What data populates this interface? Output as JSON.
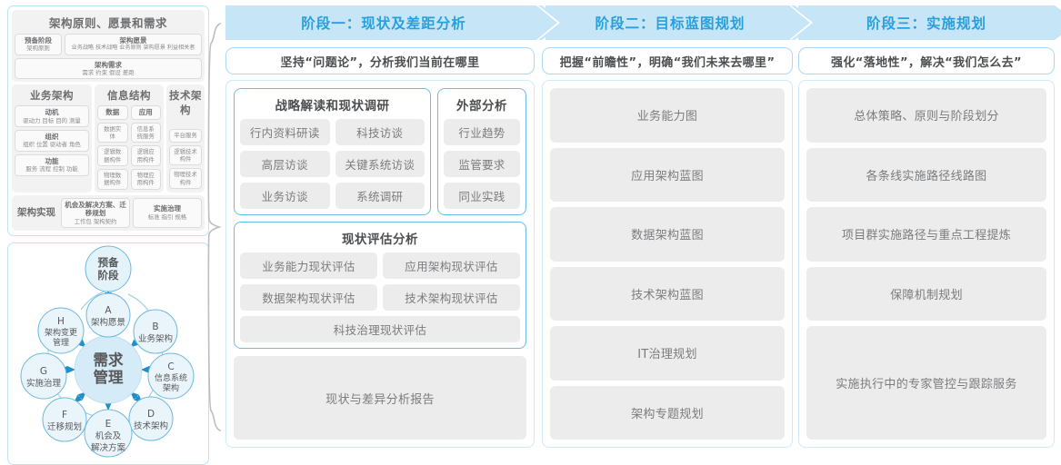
{
  "left_panel": {
    "togaf": {
      "top_band_title": "架构原则、愿景和需求",
      "prelim": {
        "head": "预备阶段",
        "sub": "架构原则"
      },
      "vision": {
        "head": "架构愿景",
        "sub": "业务战略 技术战略 业务原则 架构愿景 利益相关者"
      },
      "requirement": {
        "head": "架构需求",
        "sub": "需求   约束   假设   差距"
      },
      "columns": [
        {
          "title": "业务架构",
          "groups": [
            {
              "head": "动机",
              "sub": "驱动力 目标 目的 测量"
            },
            {
              "head": "组织",
              "sub": "组织 位置 驱动者 角色"
            },
            {
              "head": "功能",
              "sub": "服务 流程 控制 功能"
            }
          ]
        },
        {
          "title": "信息结构",
          "left_items": [
            "数据",
            "数据实体",
            "逻辑数据构件",
            "物理数据构件"
          ],
          "right_items": [
            "应用",
            "信息系统服务",
            "逻辑应用构件",
            "物理应用构件"
          ]
        },
        {
          "title": "技术架构",
          "items": [
            "平台服务",
            "逻辑技术构件",
            "物理技术构件"
          ]
        }
      ],
      "implementation": {
        "label": "架构实现",
        "boxes": [
          {
            "head": "机会及解决方案、迁移规划",
            "sub": "工作包  架构契约"
          },
          {
            "head": "实施治理",
            "sub": "标准  指引  规格"
          }
        ]
      }
    },
    "adm": {
      "center": "需求管理",
      "top_node": "预备阶段",
      "nodes": [
        {
          "key": "A",
          "label": "架构愿景"
        },
        {
          "key": "B",
          "label": "业务架构"
        },
        {
          "key": "C",
          "label": "信息系统架构"
        },
        {
          "key": "D",
          "label": "技术架构"
        },
        {
          "key": "E",
          "label": "机会及解决方案"
        },
        {
          "key": "F",
          "label": "迁移规划"
        },
        {
          "key": "G",
          "label": "实施治理"
        },
        {
          "key": "H",
          "label": "架构变更管理"
        }
      ]
    }
  },
  "phases": [
    {
      "header": "阶段一：现状及差距分析",
      "subtitle": "坚持“问题论”，分析我们当前在哪里"
    },
    {
      "header": "阶段二：目标蓝图规划",
      "subtitle": "把握“前瞻性”，明确“我们未来去哪里”"
    },
    {
      "header": "阶段三：实施规划",
      "subtitle": "强化“落地性”，解决“我们怎么去”"
    }
  ],
  "phase1": {
    "strategy_group": {
      "title": "战略解读和现状调研",
      "items": [
        "行内资料研读",
        "科技访谈",
        "高层访谈",
        "关键系统访谈",
        "业务访谈",
        "系统调研"
      ]
    },
    "external_group": {
      "title": "外部分析",
      "items": [
        "行业趋势",
        "监管要求",
        "同业实践"
      ]
    },
    "assessment_group": {
      "title": "现状评估分析",
      "items": [
        "业务能力现状评估",
        "应用架构现状评估",
        "数据架构现状评估",
        "技术架构现状评估"
      ],
      "full_item": "科技治理现状评估"
    },
    "report": "现状与差异分析报告"
  },
  "phase2": {
    "items": [
      "业务能力图",
      "应用架构蓝图",
      "数据架构蓝图",
      "技术架构蓝图",
      "IT治理规划",
      "架构专题规划"
    ]
  },
  "phase3": {
    "items": [
      "总体策略、原则与阶段划分",
      "各条线实施路径线路图",
      "项目群实施路径与重点工程提炼",
      "保障机制规划",
      "实施执行中的专家管控与跟踪服务"
    ]
  },
  "colors": {
    "header_band": "#c6e5f6",
    "header_text": "#28a0dc",
    "panel_border": "#cfe9f7",
    "group_border": "#68bde8",
    "chip_bg": "#ececec",
    "chip_text": "#7b7c7e",
    "adm_node": "#d9edf8",
    "adm_stroke": "#6cb8dd",
    "arrow": "#1f8fc6"
  }
}
